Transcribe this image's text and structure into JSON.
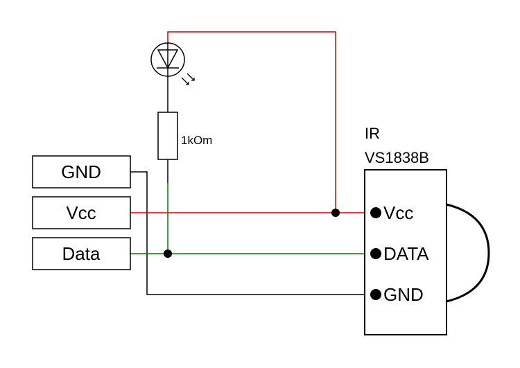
{
  "connectors": {
    "gnd": "GND",
    "vcc": "Vcc",
    "data": "Data"
  },
  "resistor": {
    "label": "1kOm"
  },
  "sensor": {
    "title_line1": "IR",
    "title_line2": "VS1838B",
    "pin_vcc": "Vcc",
    "pin_data": "DATA",
    "pin_gnd": "GND"
  },
  "colors": {
    "vcc_wire": "#d40000",
    "data_wire": "#008000",
    "gnd_wire": "#000000"
  }
}
